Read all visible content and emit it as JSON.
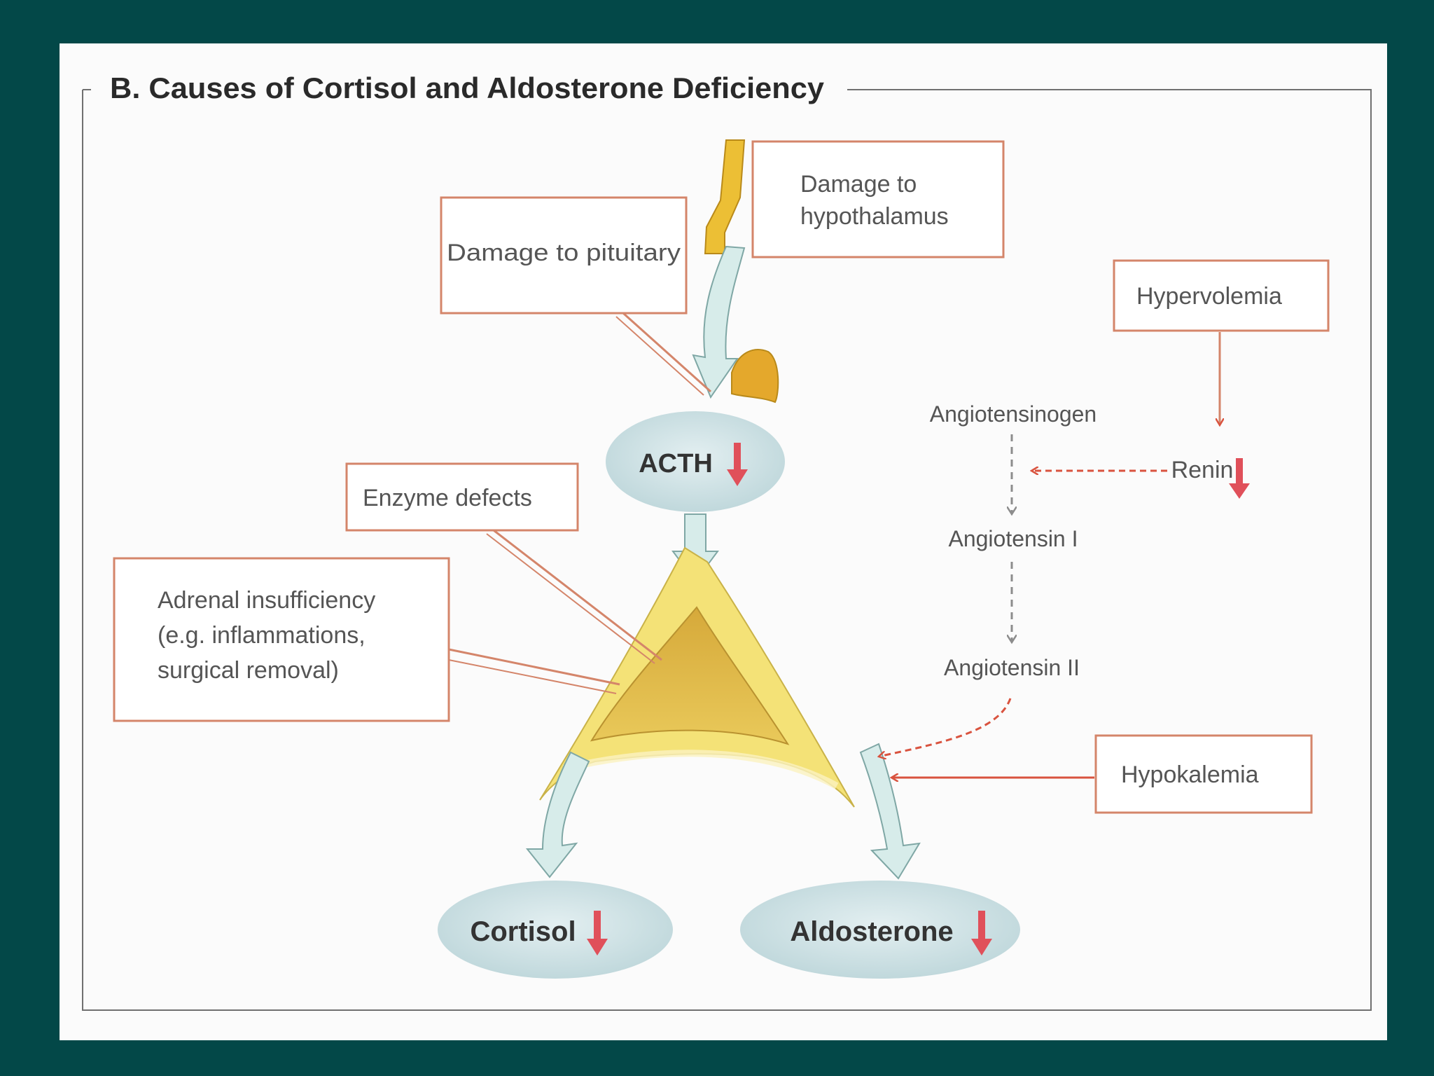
{
  "title": "B. Causes of Cortisol and Aldosterone Deficiency",
  "boxes": {
    "damage_hypothalamus": [
      "Damage to",
      "hypothalamus"
    ],
    "damage_pituitary": "Damage to pituitary",
    "enzyme_defects": "Enzyme defects",
    "adrenal_insufficiency": [
      "Adrenal insufficiency",
      "(e.g. inflammations,",
      "surgical removal)"
    ],
    "hypervolemia": "Hypervolemia",
    "hypokalemia": "Hypokalemia"
  },
  "hormones": {
    "acth": "ACTH",
    "cortisol": "Cortisol",
    "aldosterone": "Aldosterone"
  },
  "raas": {
    "angiotensinogen": "Angiotensinogen",
    "renin": "Renin",
    "angiotensin_1": "Angiotensin I",
    "angiotensin_2": "Angiotensin II"
  },
  "colors": {
    "background": "#034848",
    "panel": "#fbfbfb",
    "box_border": "#d4856a",
    "ellipse_fill": "#cfe3e6",
    "gland_yellow": "#f4e277",
    "gland_core": "#d9b23a",
    "arrow_fill": "#d7ecea",
    "decrease_red": "#e0505a"
  }
}
